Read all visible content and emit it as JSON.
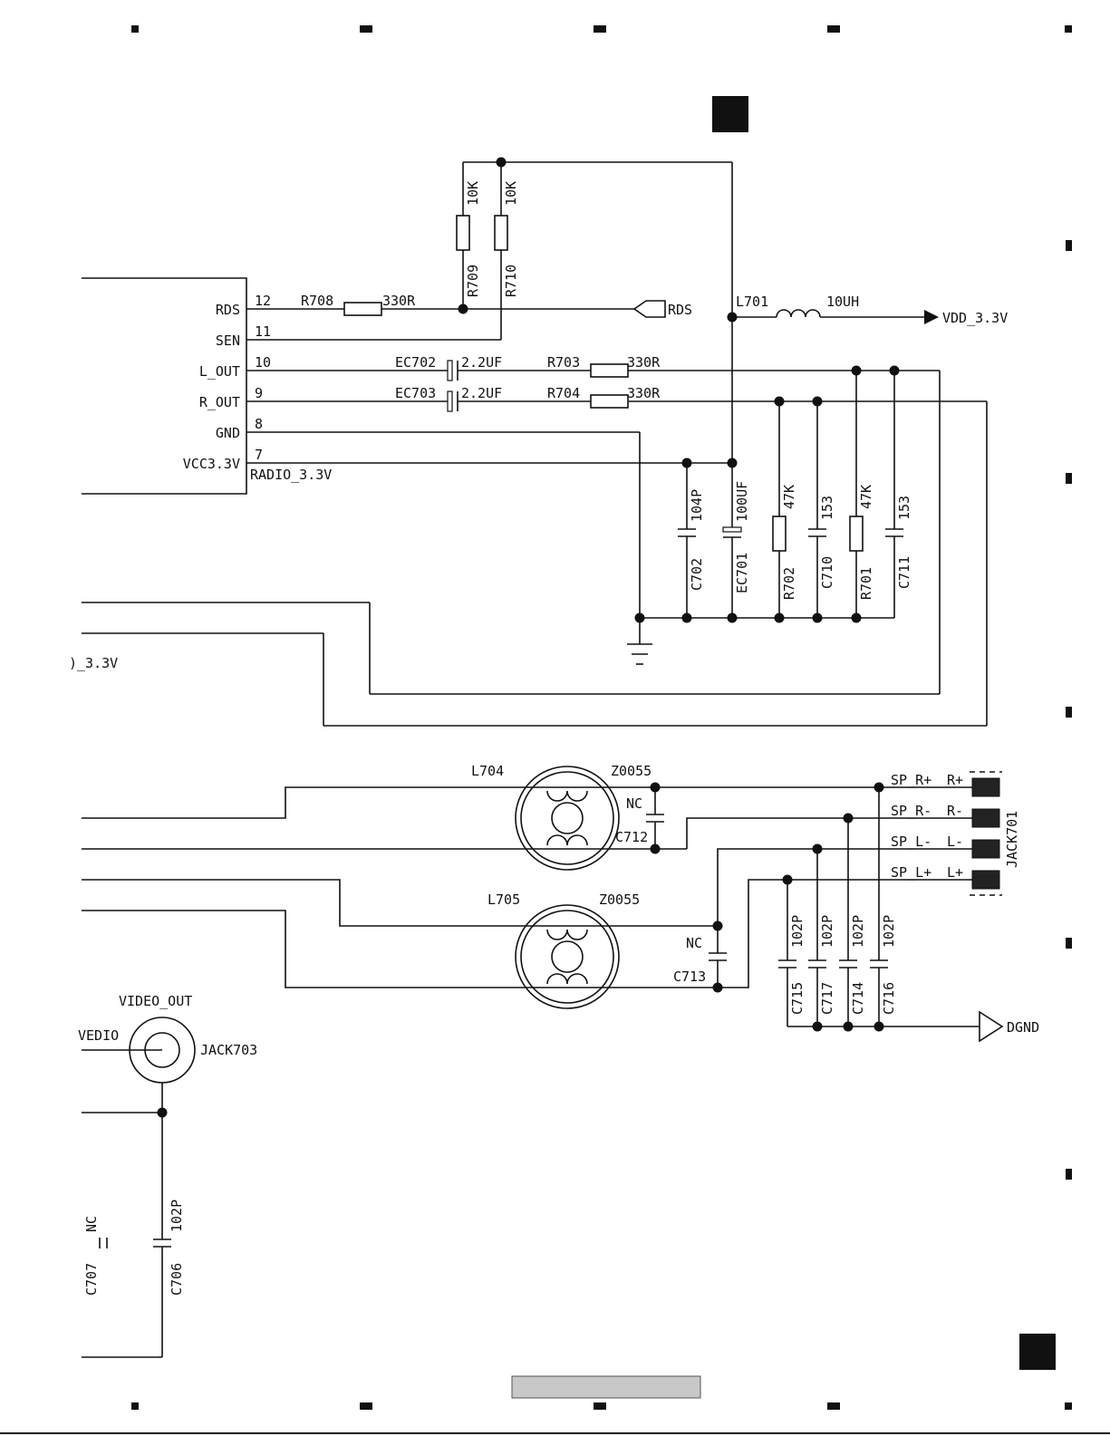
{
  "module": {
    "pins": [
      {
        "name": "RDS",
        "num": "12"
      },
      {
        "name": "SEN",
        "num": "11"
      },
      {
        "name": "L_OUT",
        "num": "10"
      },
      {
        "name": "R_OUT",
        "num": "9"
      },
      {
        "name": "GND",
        "num": "8"
      },
      {
        "name": "VCC3.3V",
        "num": "7"
      }
    ]
  },
  "nets": {
    "radio_3v3": "RADIO_3.3V",
    "rds": "RDS",
    "vdd": "VDD_3.3V",
    "dgnd": "DGND",
    "vdd_partial": ")_3.3V",
    "vedio_partial": "VEDIO",
    "video_out": "VIDEO_OUT"
  },
  "components": {
    "R708": {
      "ref": "R708",
      "value": "330R"
    },
    "R709": {
      "ref": "R709",
      "value": "10K"
    },
    "R710": {
      "ref": "R710",
      "value": "10K"
    },
    "L701": {
      "ref": "L701",
      "value": "10UH"
    },
    "EC702": {
      "ref": "EC702",
      "value": "2.2UF"
    },
    "EC703": {
      "ref": "EC703",
      "value": "2.2UF"
    },
    "R703": {
      "ref": "R703",
      "value": "330R"
    },
    "R704": {
      "ref": "R704",
      "value": "330R"
    },
    "C702": {
      "ref": "C702",
      "value": "104P"
    },
    "EC701": {
      "ref": "EC701",
      "value": "100UF"
    },
    "R702": {
      "ref": "R702",
      "value": "47K"
    },
    "C710": {
      "ref": "C710",
      "value": "153"
    },
    "R701": {
      "ref": "R701",
      "value": "47K"
    },
    "C711": {
      "ref": "C711",
      "value": "153"
    },
    "L704": {
      "ref": "L704",
      "value": "Z0055"
    },
    "L705": {
      "ref": "L705",
      "value": "Z0055"
    },
    "C712": {
      "ref": "C712",
      "value": "NC"
    },
    "C713": {
      "ref": "C713",
      "value": "NC"
    },
    "C715": {
      "ref": "C715",
      "value": "102P"
    },
    "C717": {
      "ref": "C717",
      "value": "102P"
    },
    "C714": {
      "ref": "C714",
      "value": "102P"
    },
    "C716": {
      "ref": "C716",
      "value": "102P"
    },
    "C706": {
      "ref": "C706",
      "value": "102P"
    },
    "C707": {
      "ref": "C707",
      "value": "NC"
    },
    "JACK703": {
      "ref": "JACK703"
    },
    "JACK701": {
      "ref": "JACK701"
    }
  },
  "speaker_labels": [
    {
      "net": "SP_R+",
      "pin": "R+"
    },
    {
      "net": "SP_R-",
      "pin": "R-"
    },
    {
      "net": "SP_L-",
      "pin": "L-"
    },
    {
      "net": "SP_L+",
      "pin": "L+"
    }
  ]
}
